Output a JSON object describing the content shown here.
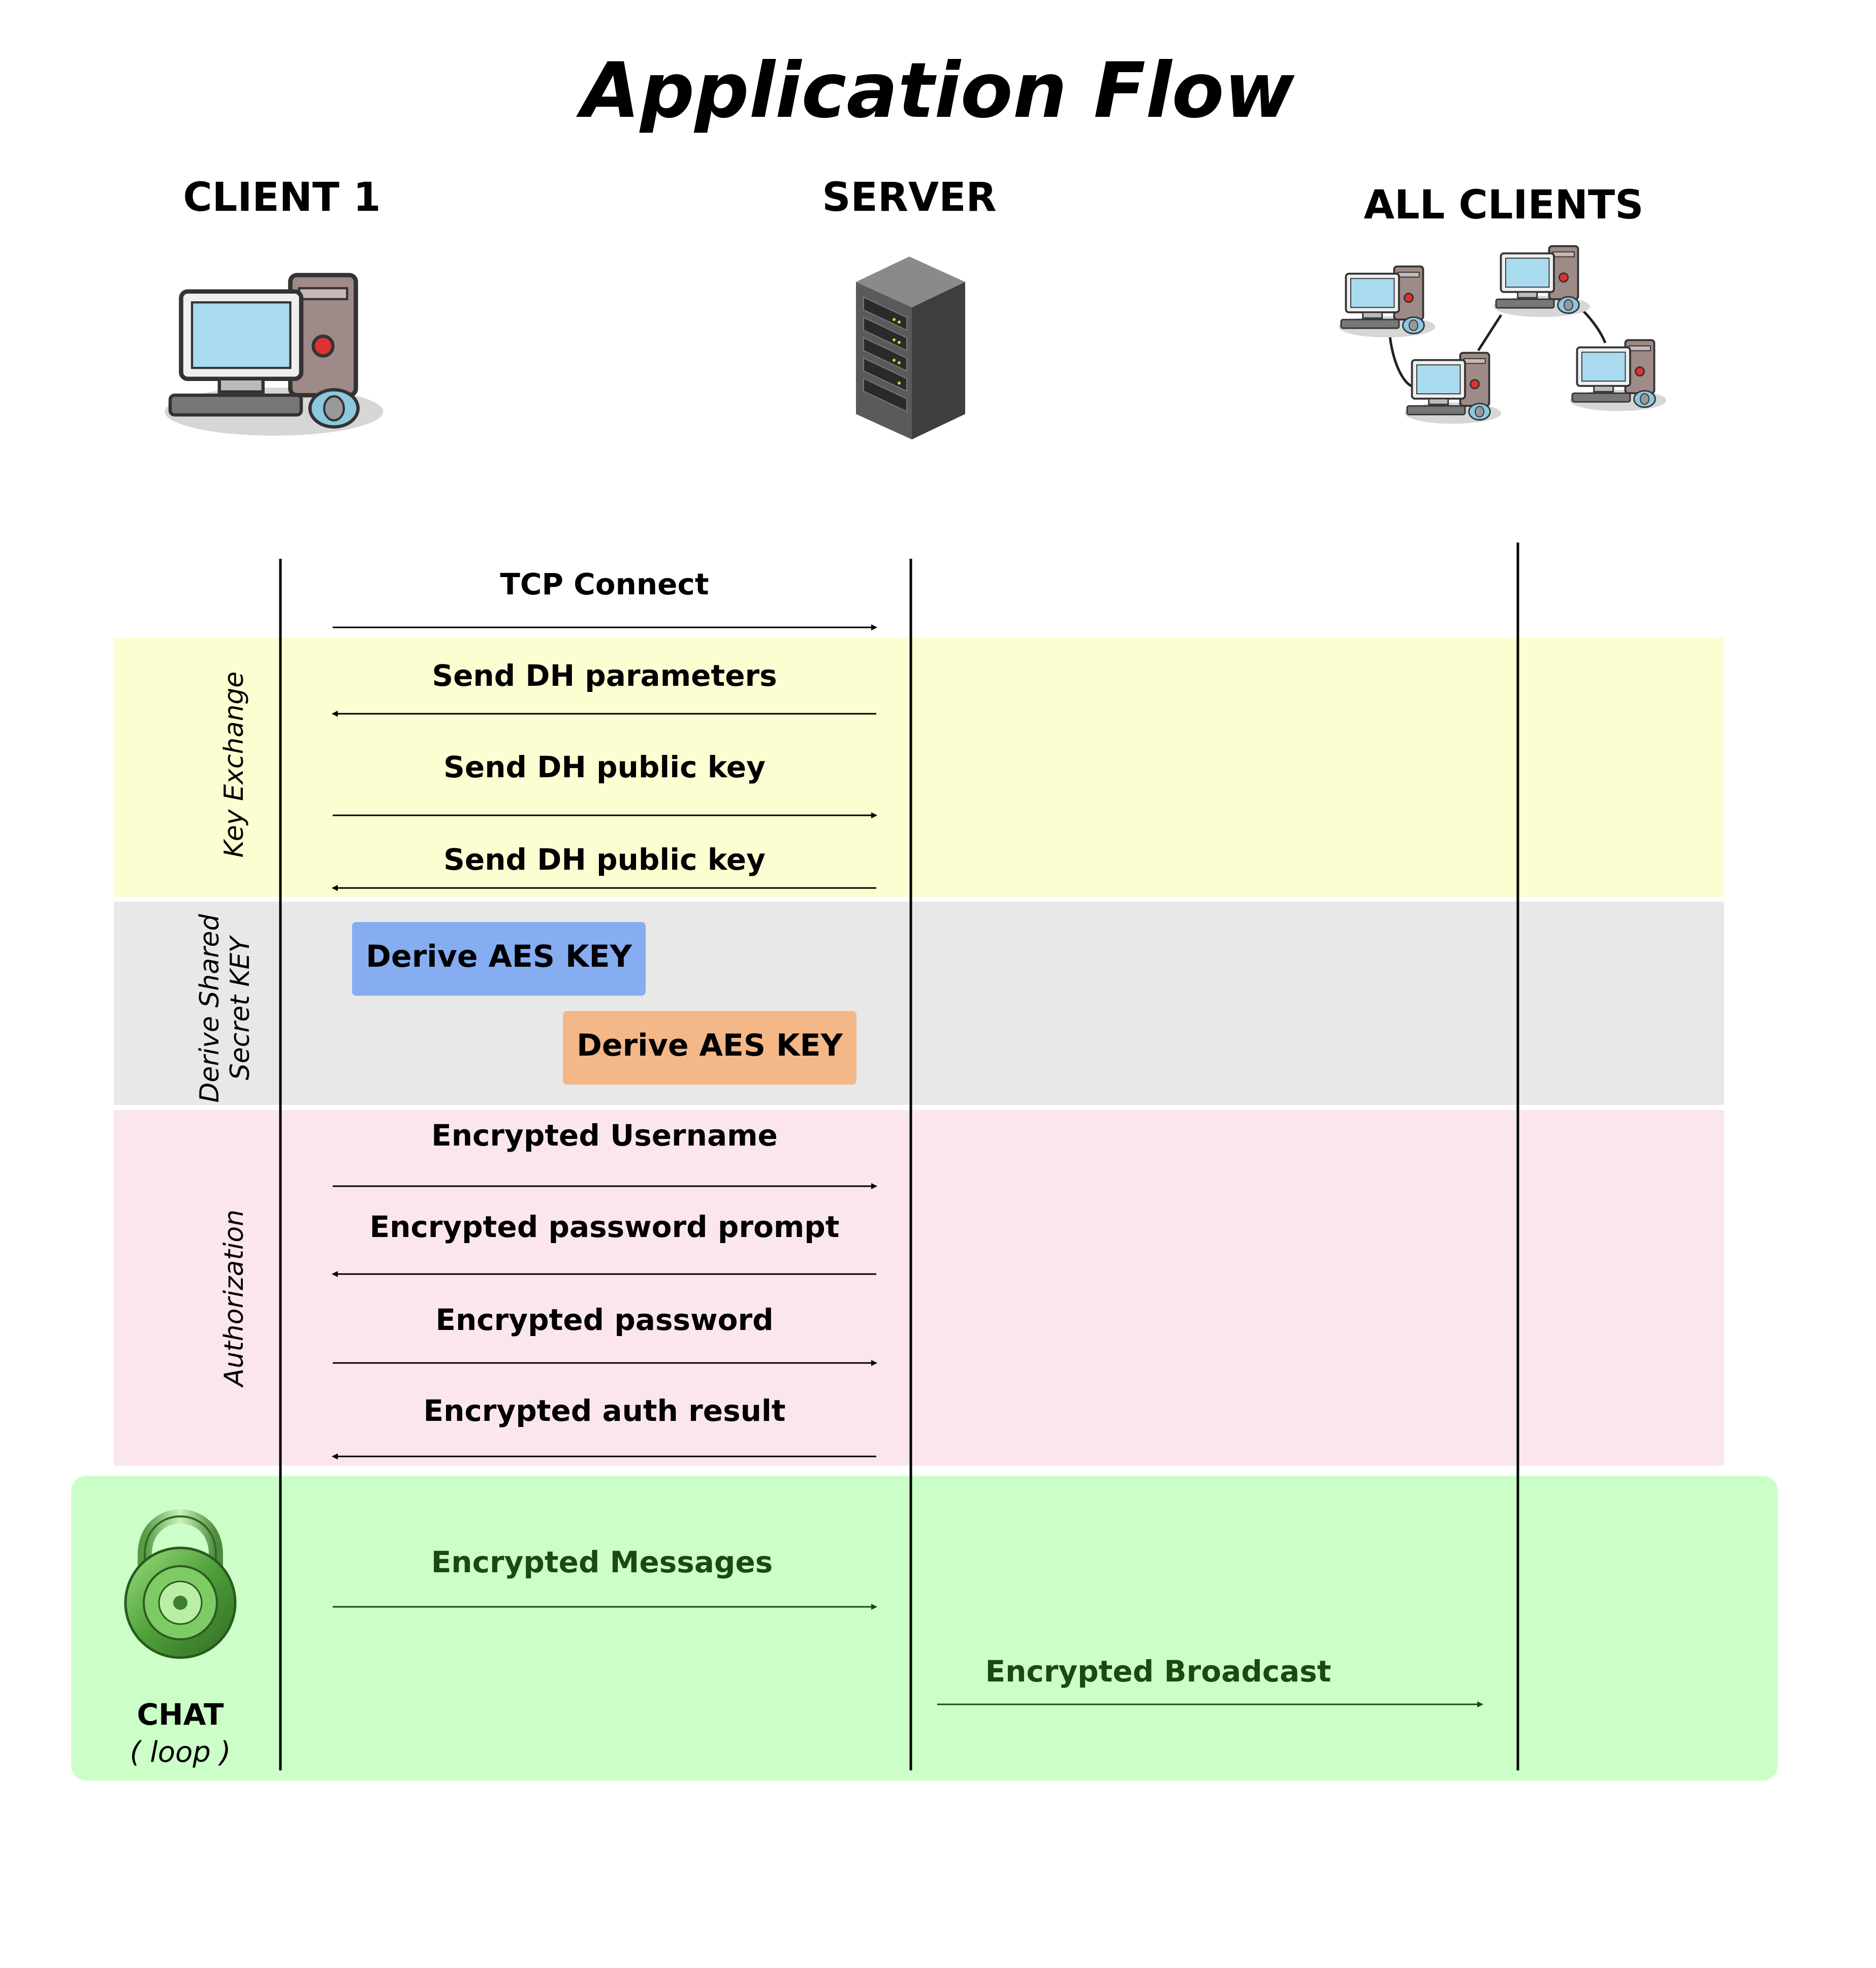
{
  "title": "Application Flow",
  "actors": {
    "client": "CLIENT 1",
    "server": "SERVER",
    "all_clients": "ALL CLIENTS"
  },
  "phases": {
    "key_exchange": "Key Exchange",
    "derive_line1": "Derive Shared",
    "derive_line2": "Secret KEY",
    "authorization": "Authorization",
    "chat": "CHAT",
    "chat_sub": "( loop )"
  },
  "messages": {
    "tcp_connect": "TCP Connect",
    "send_dh_params": "Send DH parameters",
    "send_dh_pub_client": "Send DH public key",
    "send_dh_pub_server": "Send DH public key",
    "enc_username": "Encrypted Username",
    "enc_password_prompt": "Encrypted password prompt",
    "enc_password": "Encrypted password",
    "enc_auth_result": "Encrypted auth result",
    "enc_messages": "Encrypted Messages",
    "enc_broadcast": "Encrypted Broadcast"
  },
  "boxes": {
    "derive_client": "Derive AES KEY",
    "derive_server": "Derive AES KEY"
  },
  "colors": {
    "key_exchange_bg": "#FDFDD2",
    "derive_bg": "#E8E8E8",
    "auth_bg": "#FCE6EE",
    "chat_bg": "#CCFFC8",
    "client_key_box": "#86ADF2",
    "server_key_box": "#F4B788",
    "chat_text": "#1A4A10"
  },
  "icons": {
    "client": "desktop-computer-icon",
    "server": "server-rack-icon",
    "all_clients": "network-computers-icon",
    "chat": "padlock-icon"
  }
}
